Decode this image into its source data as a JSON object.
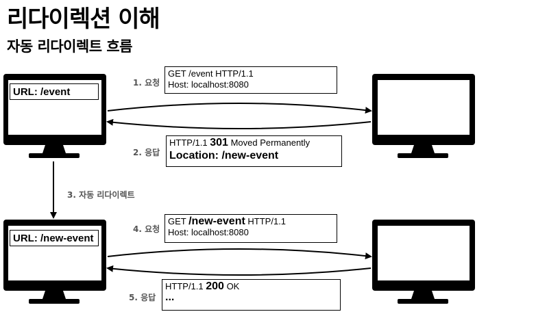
{
  "title": "리다이렉션 이해",
  "subtitle": "자동 리다이렉트 흐름",
  "flow1": {
    "request_step": "1. 요청",
    "request_line1": "GET /event HTTP/1.1",
    "request_line2": "Host: localhost:8080",
    "response_step": "2. 응답",
    "response_prefix": "HTTP/1.1 ",
    "response_code": "301",
    "response_suffix": " Moved Permanently",
    "response_line2": "Location: /new-event",
    "client_url": "URL: /event"
  },
  "auto_redirect_step": "3. 자동 리다이렉트",
  "flow2": {
    "request_step": "4. 요청",
    "request_prefix": "GET ",
    "request_path": "/new-event",
    "request_suffix": " HTTP/1.1",
    "request_line2": "Host: localhost:8080",
    "response_step": "5. 응답",
    "response_prefix": "HTTP/1.1 ",
    "response_code": "200",
    "response_suffix": " OK",
    "response_line2": "...",
    "client_url": "URL: /new-event"
  },
  "colors": {
    "monitor": "#000000",
    "step_text": "#555555"
  }
}
